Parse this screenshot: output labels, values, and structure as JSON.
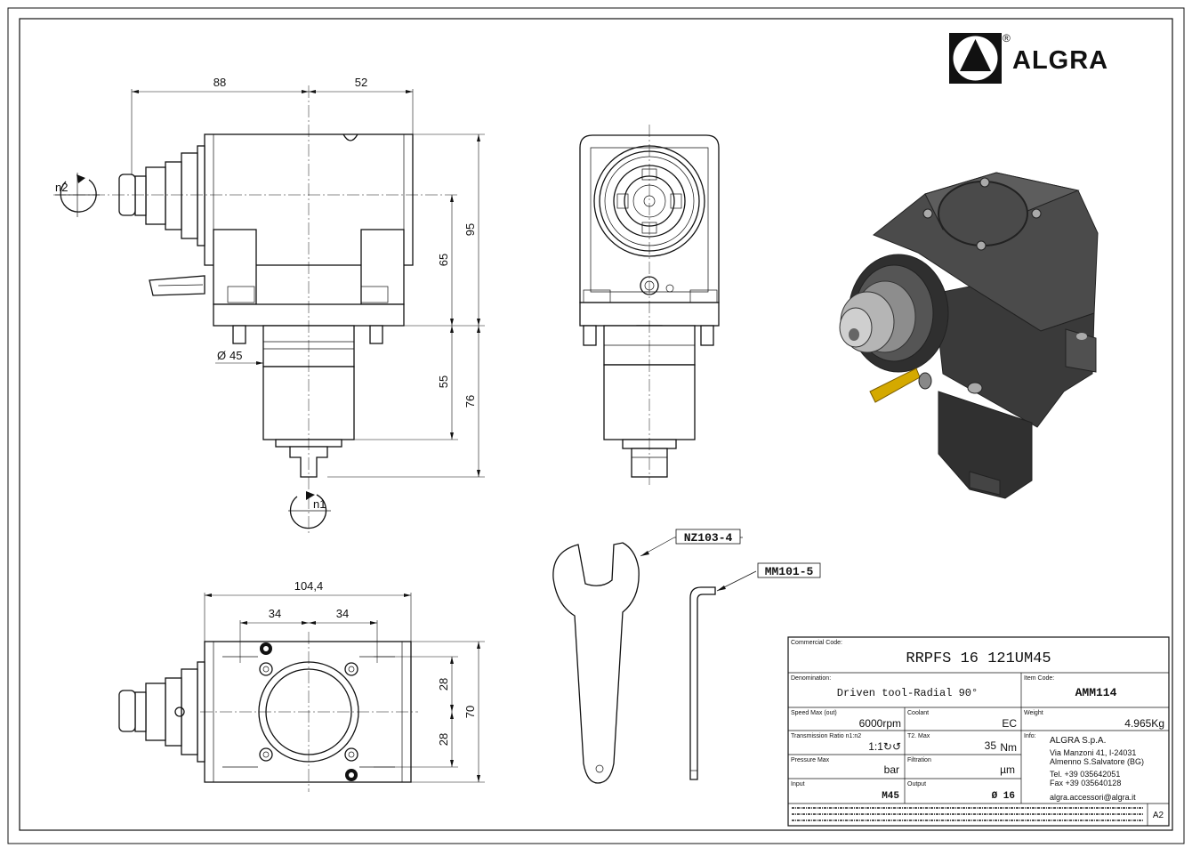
{
  "brand": {
    "name": "ALGRA",
    "registered": "®"
  },
  "dimensions": {
    "d88": "88",
    "d52": "52",
    "d95": "95",
    "d65": "65",
    "d55": "55",
    "d76": "76",
    "d45": "45",
    "d104_4": "104,4",
    "d34a": "34",
    "d34b": "34",
    "d28a": "28",
    "d28b": "28",
    "d70": "70"
  },
  "rotation_labels": {
    "n1": "n1",
    "n2": "n2"
  },
  "accessories": {
    "wrench": "NZ103-4",
    "key": "MM101-5"
  },
  "title_block": {
    "commercial_code_label": "Commercial Code:",
    "commercial_code": "RRPFS 16 121UM45",
    "denomination_label": "Denomination:",
    "denomination": "Driven tool-Radial 90°",
    "item_code_label": "Item Code:",
    "item_code": "AMM114",
    "speed_label": "Speed Max (out)",
    "speed": "6000rpm",
    "coolant_label": "Coolant",
    "coolant": "EC",
    "weight_label": "Weight",
    "weight": "4.965Kg",
    "ratio_label": "Transmission Ratio n1:n2",
    "ratio": "1:1↻↺",
    "torque_label": "T2. Max",
    "torque_value": "35",
    "torque_unit": "Nm",
    "info_label": "Info:",
    "company": "ALGRA S.p.A.",
    "address1": "Via Manzoni 41, I-24031",
    "address2": "Almenno S.Salvatore (BG)",
    "tel": "Tel. +39 035642051",
    "fax": "Fax +39 035640128",
    "email": "algra.accessori@algra.it",
    "pressure_label": "Pressure Max",
    "pressure": "bar",
    "filtration_label": "Filtration",
    "filtration": "µm",
    "input_label": "Input",
    "input": "M45",
    "output_label": "Output",
    "output": "Ø 16",
    "format": "A2"
  }
}
